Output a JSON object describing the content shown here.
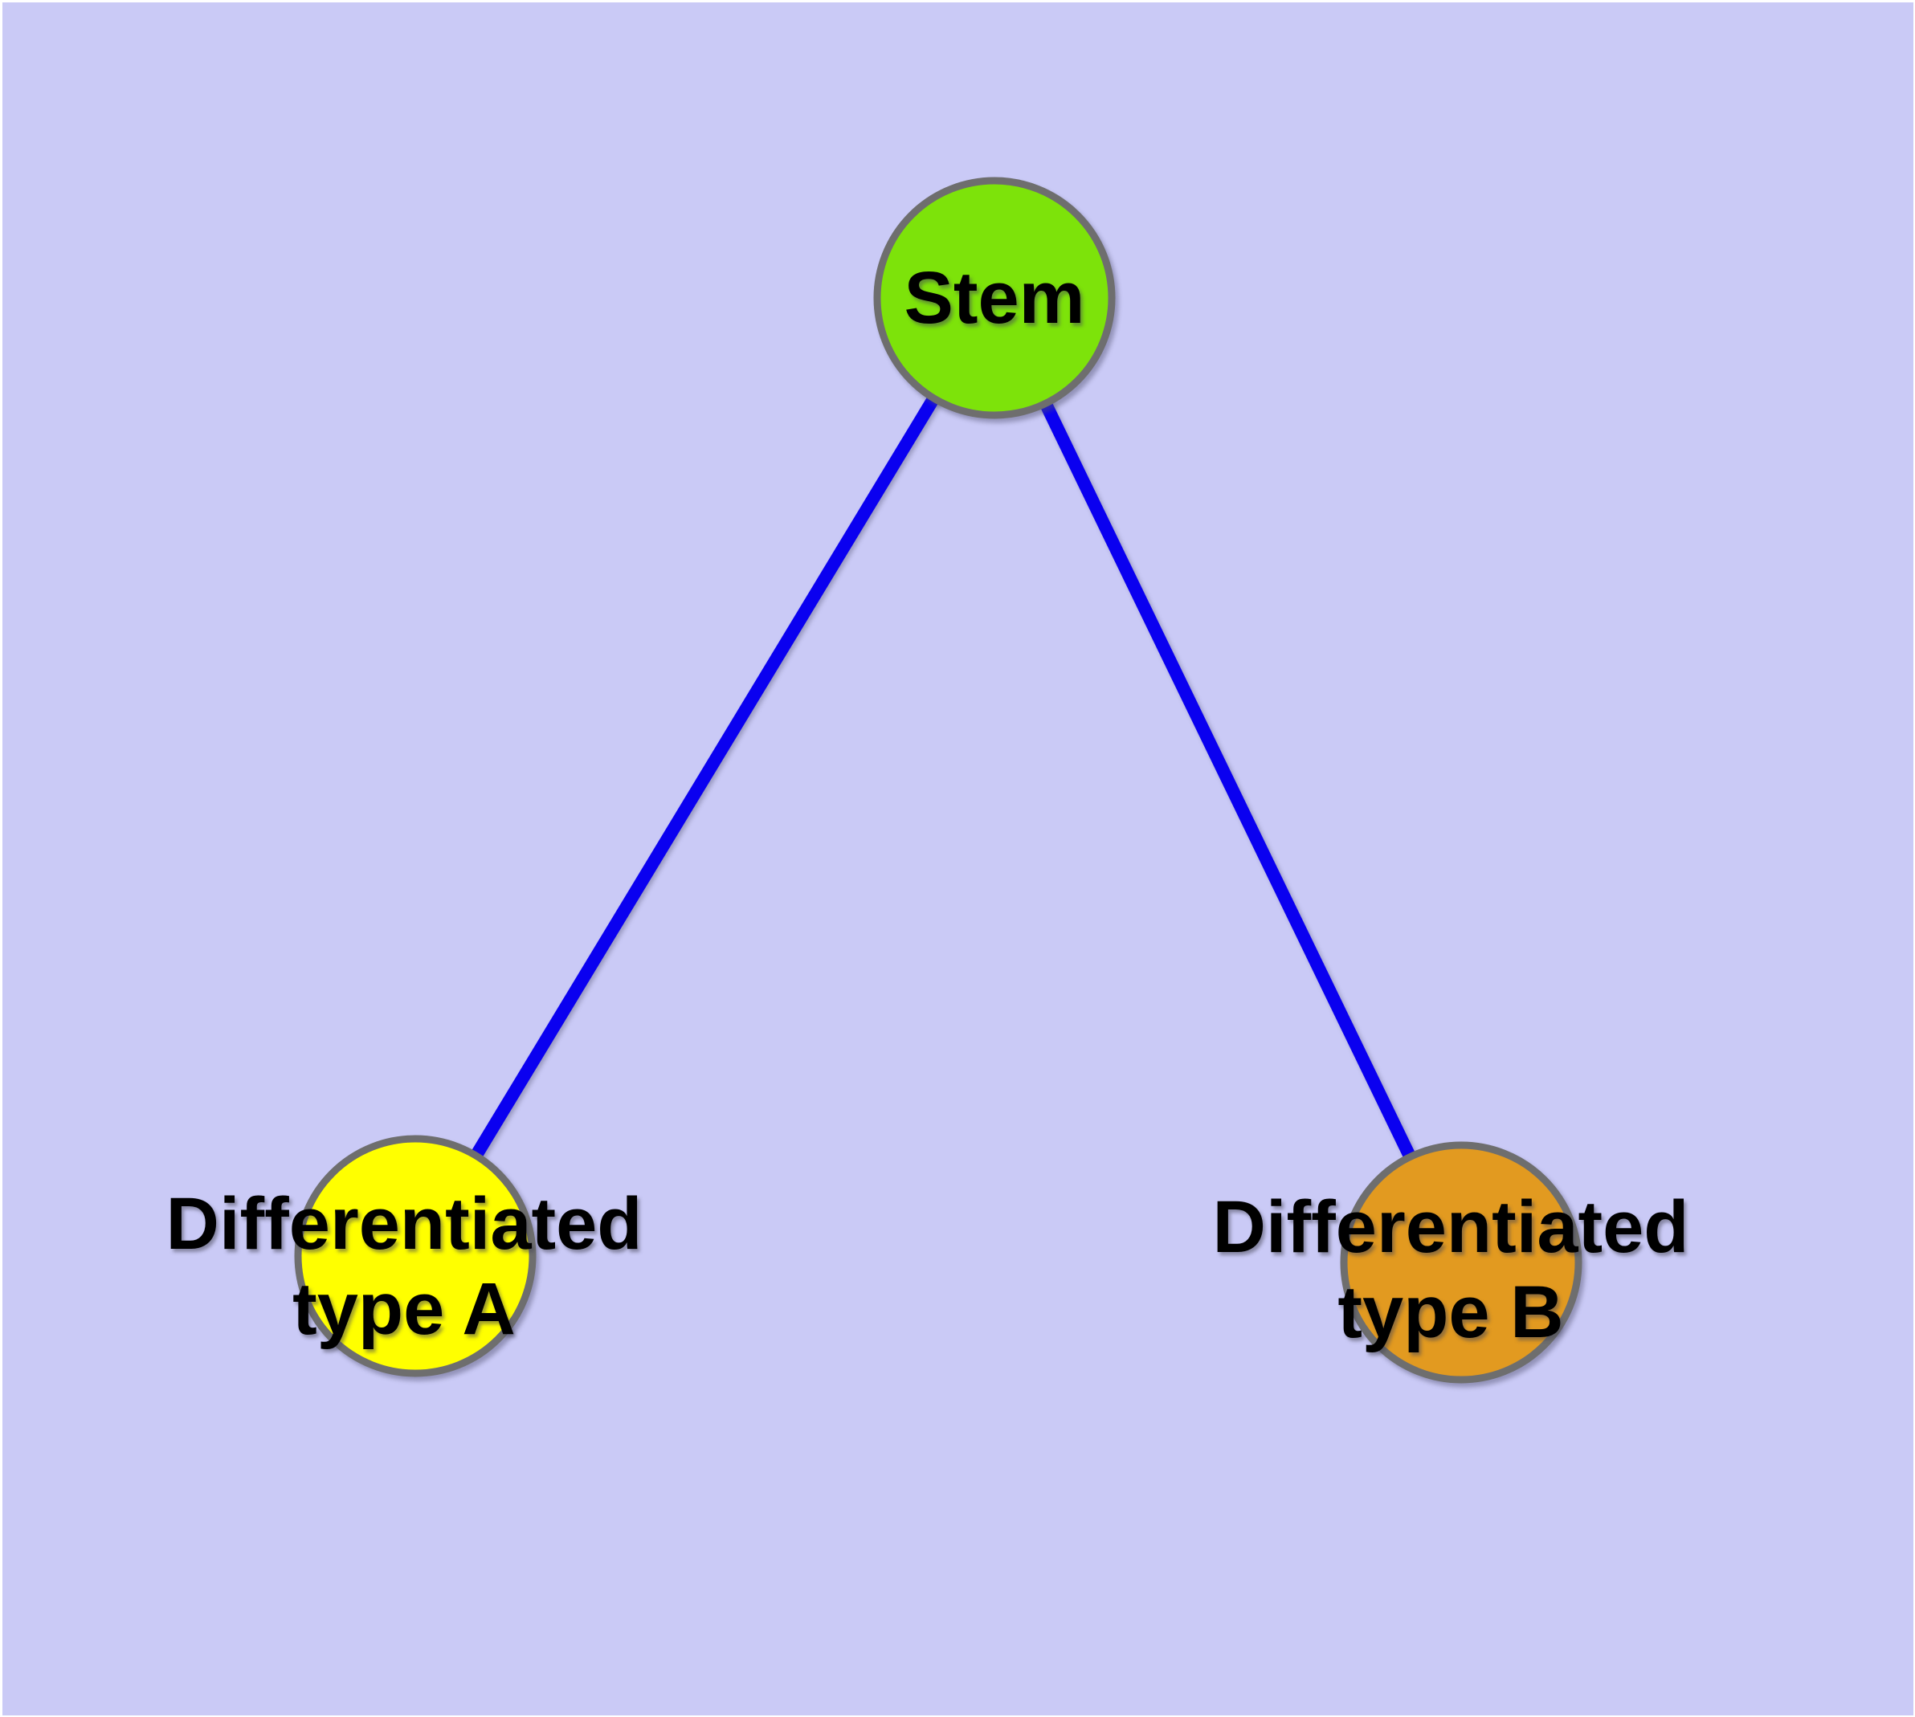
{
  "canvas": {
    "background": "#cacaf6",
    "frame_color": "#ffffff"
  },
  "nodes": [
    {
      "id": "stem",
      "label": "Stem",
      "fill": "#7de30a",
      "border": "#6e6e6e"
    },
    {
      "id": "type-a",
      "label": "Differentiated type A",
      "label_lines": [
        "Differentiated",
        "type A"
      ],
      "fill": "#ffff00",
      "border": "#6e6e6e"
    },
    {
      "id": "type-b",
      "label": "Differentiated type B",
      "label_lines": [
        "Differentiated",
        "type B"
      ],
      "fill": "#e29a20",
      "border": "#6e6e6e"
    }
  ],
  "edges": {
    "color": "#0a00f0",
    "connections": [
      {
        "from": "Stem",
        "to": "Differentiated type A"
      },
      {
        "from": "Stem",
        "to": "Differentiated type B"
      }
    ]
  }
}
